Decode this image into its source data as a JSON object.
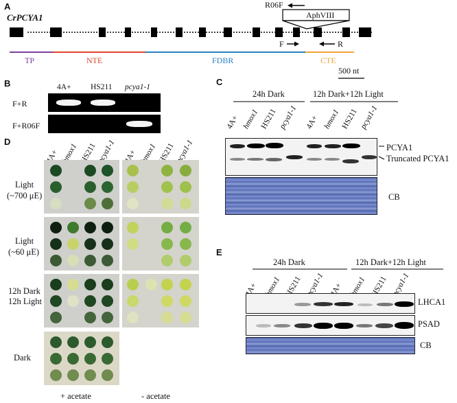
{
  "panelA": {
    "letter": "A",
    "gene": "CrPCYA1",
    "aph": "AphVIII",
    "primer_r06f": "R06F",
    "primer_f": "F",
    "primer_r": "R",
    "domain_tp": "TP",
    "domain_nte": "NTE",
    "domain_fdbr": "FDBR",
    "domain_cte": "CTE",
    "scale": "500 nt",
    "colors": {
      "tp": "#7b3f9e",
      "nte": "#e0452b",
      "fdbr": "#2a7fc1",
      "cte": "#f2a33a"
    }
  },
  "panelB": {
    "letter": "B",
    "lanes": [
      "4A+",
      "HS211",
      "pcya1-1"
    ],
    "rows": [
      "F+R",
      "F+R06F"
    ]
  },
  "panelC": {
    "letter": "C",
    "group1": "24h Dark",
    "group2": "12h Dark+12h Light",
    "lanes": [
      "4A+",
      "hmox1",
      "HS211",
      "pcya1-1",
      "4A+",
      "hmox1",
      "HS211",
      "pcya1-1"
    ],
    "label_pcya1": "PCYA1",
    "label_truncated": "Truncated PCYA1",
    "label_cb": "CB"
  },
  "panelD": {
    "letter": "D",
    "strains": [
      "4A+",
      "hmox1",
      "HS211",
      "pcya1-1",
      "4A+",
      "hmox1",
      "HS211",
      "pcya1-1"
    ],
    "conditions": [
      {
        "line1": "Light",
        "line2": "(~700 μE)"
      },
      {
        "line1": "Light",
        "line2": "(~60 μE)"
      },
      {
        "line1": "12h Dark",
        "line2": "12h Light"
      },
      {
        "line1": "Dark",
        "line2": ""
      }
    ],
    "plus_acetate": "+ acetate",
    "minus_acetate": "- acetate"
  },
  "panelE": {
    "letter": "E",
    "group1": "24h Dark",
    "group2": "12h Dark+12h Light",
    "lanes": [
      "4A+",
      "hmox1",
      "HS211",
      "pcya1-1",
      "4A+",
      "hmox1",
      "HS211",
      "pcya1-1"
    ],
    "label_lhca1": "LHCA1",
    "label_psad": "PSAD",
    "label_cb": "CB"
  }
}
